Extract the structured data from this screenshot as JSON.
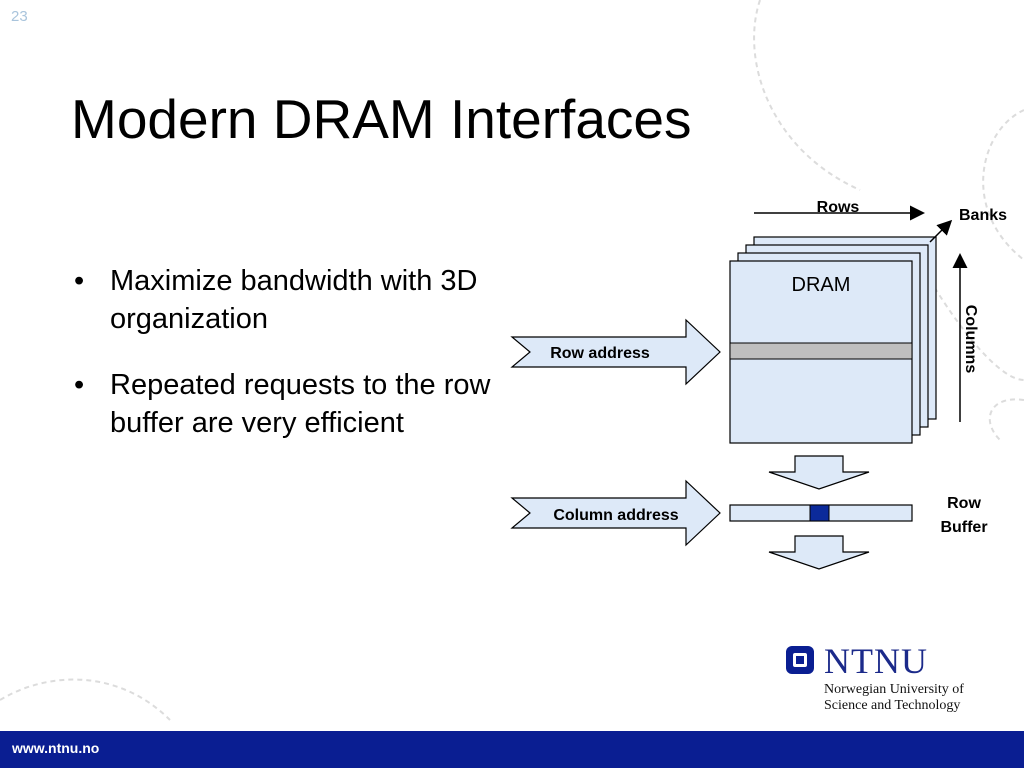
{
  "slide": {
    "number": "23",
    "title": "Modern DRAM Interfaces",
    "bullets": [
      "Maximize bandwidth with 3D organization",
      "Repeated requests to the row buffer are very efficient"
    ],
    "bullet_symbol": "•"
  },
  "diagram": {
    "dram_label": "DRAM",
    "rows_label": "Rows",
    "banks_label": "Banks",
    "columns_label": "Columns",
    "row_address_label": "Row address",
    "column_address_label": "Column address",
    "row_buffer_label_line1": "Row",
    "row_buffer_label_line2": "Buffer",
    "colors": {
      "bank_fill": "#dde9f8",
      "selected_row": "#bfbfbf",
      "selected_cell": "#0b2a9a",
      "arrow_fill": "#dde9f8"
    }
  },
  "footer": {
    "url": "www.ntnu.no"
  },
  "logo": {
    "name": "NTNU",
    "subtitle_line1": "Norwegian University of",
    "subtitle_line2": "Science and Technology"
  }
}
